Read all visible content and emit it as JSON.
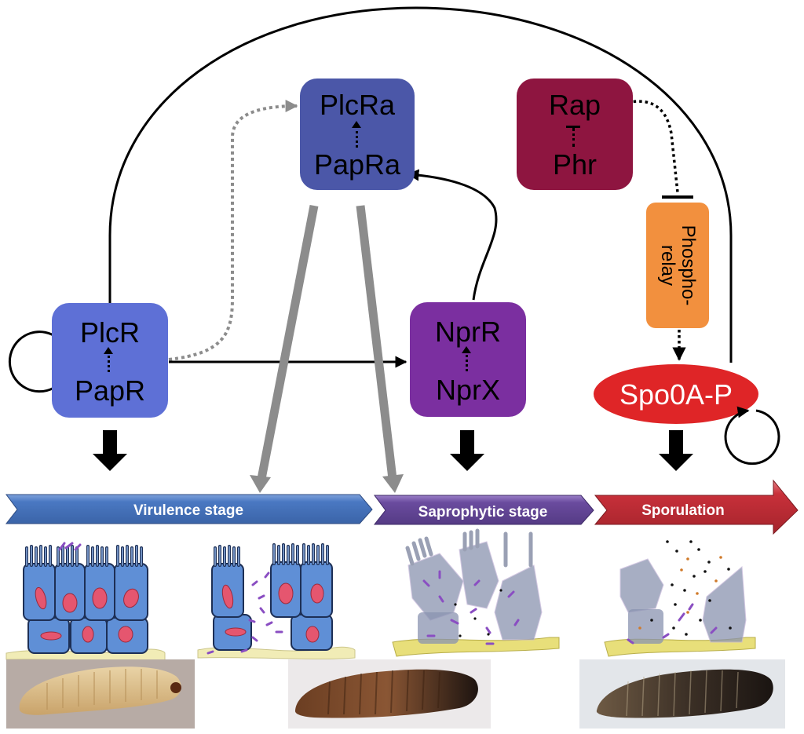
{
  "diagram": {
    "type": "regulatory-network",
    "nodes": {
      "plcr_box": {
        "top": "PlcR",
        "bottom": "PapR",
        "color": "#5e70d6"
      },
      "plcra_box": {
        "top": "PlcRa",
        "bottom": "PapRa",
        "color": "#4b57a8"
      },
      "rap_box": {
        "top": "Rap",
        "bottom": "Phr",
        "color": "#8e1540"
      },
      "nprr_box": {
        "top": "NprR",
        "bottom": "NprX",
        "color": "#7b2fa0"
      },
      "phosphorelay": {
        "line1": "Phospho-",
        "line2": "relay",
        "color": "#f2903e"
      },
      "spo0a": {
        "label": "Spo0A-P",
        "color": "#df2527"
      }
    },
    "edges": [
      {
        "from": "PapR",
        "to": "PlcR",
        "type": "activation",
        "style": "dotted"
      },
      {
        "from": "PlcR",
        "to": "PlcR",
        "type": "autoactivation",
        "style": "solid"
      },
      {
        "from": "PlcR box",
        "to": "PlcRa",
        "type": "activation",
        "style": "dotted-grey"
      },
      {
        "from": "PlcR box",
        "to": "NprR",
        "type": "activation",
        "style": "solid"
      },
      {
        "from": "PapRa",
        "to": "PlcRa",
        "type": "activation",
        "style": "dotted"
      },
      {
        "from": "NprR",
        "to": "PapRa",
        "type": "activation",
        "style": "solid"
      },
      {
        "from": "Phr",
        "to": "Rap",
        "type": "inhibition",
        "style": "dotted"
      },
      {
        "from": "Rap",
        "to": "Phosphorelay",
        "type": "inhibition",
        "style": "dotted"
      },
      {
        "from": "Phosphorelay",
        "to": "Spo0A-P",
        "type": "activation",
        "style": "dotted"
      },
      {
        "from": "Spo0A-P",
        "to": "Spo0A-P",
        "type": "autoactivation",
        "style": "solid"
      },
      {
        "from": "Spo0A-P",
        "to": "PlcR",
        "type": "inhibition",
        "style": "solid"
      },
      {
        "from": "PlcRa/PapRa",
        "to": "Virulence stage",
        "type": "grey-arrow"
      },
      {
        "from": "PlcRa/PapRa",
        "to": "Saprophytic stage",
        "type": "grey-arrow"
      }
    ],
    "stages": [
      {
        "label": "Virulence stage",
        "color": "#4a78c2"
      },
      {
        "label": "Saprophytic stage",
        "color": "#6a4b9e"
      },
      {
        "label": "Sporulation",
        "color": "#c8303a"
      }
    ],
    "illustrations": [
      {
        "name": "intact-epithelium",
        "caption": ""
      },
      {
        "name": "disrupted-epithelium",
        "caption": ""
      },
      {
        "name": "necrotic-tissue",
        "caption": ""
      },
      {
        "name": "spore-release",
        "caption": ""
      }
    ],
    "photos": [
      {
        "name": "healthy-larva"
      },
      {
        "name": "dead-larva-brown"
      },
      {
        "name": "dead-larva-black"
      }
    ]
  }
}
